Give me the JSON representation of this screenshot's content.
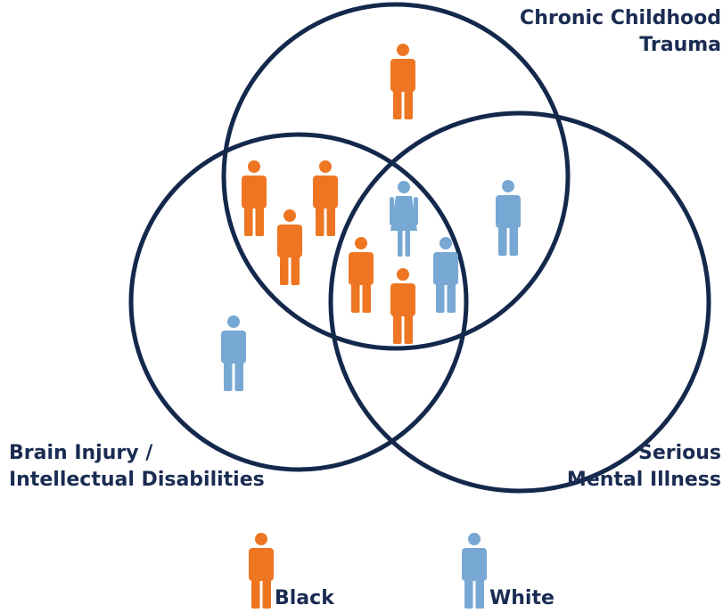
{
  "sets": {
    "trauma": {
      "lines": [
        "Chronic Childhood",
        "Trauma"
      ]
    },
    "brain": {
      "lines": [
        "Brain Injury /",
        "Intellectual Disabilities"
      ]
    },
    "mental": {
      "lines": [
        "Serious",
        "Mental Illness"
      ]
    }
  },
  "legend": {
    "black": {
      "label": "Black",
      "color": "#ee7622"
    },
    "white": {
      "label": "White",
      "color": "#77a8d3"
    }
  },
  "colors": {
    "circle_stroke": "#14284c",
    "text": "#1a2c52"
  },
  "people": [
    {
      "group": "black",
      "region": "trauma-only",
      "figure": "male"
    },
    {
      "group": "black",
      "region": "trauma-brain",
      "figure": "male"
    },
    {
      "group": "black",
      "region": "trauma-brain",
      "figure": "male"
    },
    {
      "group": "black",
      "region": "trauma-brain",
      "figure": "male"
    },
    {
      "group": "white",
      "region": "trauma-mental",
      "figure": "male"
    },
    {
      "group": "white",
      "region": "all-three",
      "figure": "female"
    },
    {
      "group": "black",
      "region": "all-three",
      "figure": "male"
    },
    {
      "group": "black",
      "region": "all-three",
      "figure": "male"
    },
    {
      "group": "white",
      "region": "all-three",
      "figure": "male"
    },
    {
      "group": "white",
      "region": "brain-only",
      "figure": "male"
    }
  ]
}
